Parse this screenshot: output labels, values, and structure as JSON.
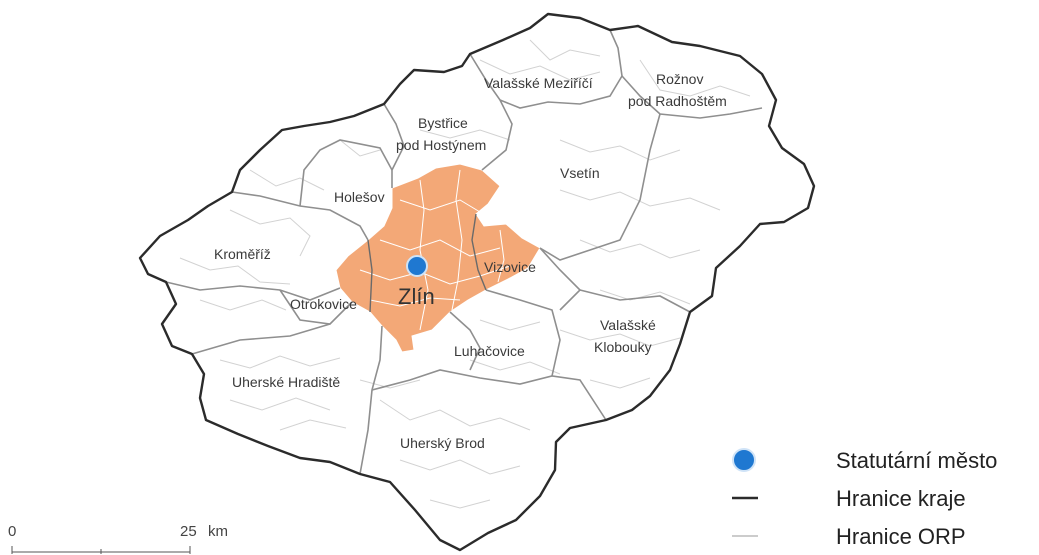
{
  "map": {
    "city": {
      "name": "Zlín",
      "icon": "statutory-city-marker",
      "marker_color": "#1f78d1",
      "area_color": "#f3a877"
    },
    "districts": [
      "Valašské Meziříčí",
      "Rožnov",
      "pod Radhoštěm",
      "Bystřice",
      "pod Hostýnem",
      "Vsetín",
      "Holešov",
      "Kroměříž",
      "Vizovice",
      "Otrokovice",
      "Valašské",
      "Klobouky",
      "Luhačovice",
      "Uherské Hradiště",
      "Uherský Brod"
    ],
    "colors": {
      "region_border": "#2b2b2b",
      "orp_border": "#9a9a9a",
      "municipality_border": "#cfcfcf",
      "highlight_fill": "#f3a877",
      "background": "#ffffff"
    }
  },
  "legend": {
    "items": [
      {
        "label": "Statutární město",
        "symbol": "blue-dot",
        "color": "#1f78d1"
      },
      {
        "label": "Hranice kraje",
        "symbol": "thick-line",
        "color": "#2b2b2b"
      },
      {
        "label": "Hranice ORP",
        "symbol": "thin-line",
        "color": "#9a9a9a"
      }
    ]
  },
  "scale_bar": {
    "start": "0",
    "end": "25",
    "unit": "km"
  }
}
